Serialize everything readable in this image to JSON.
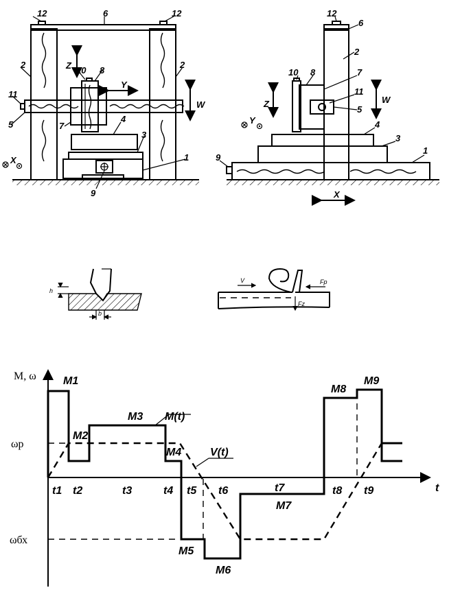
{
  "front_view": {
    "part_labels": [
      "12",
      "6",
      "12",
      "2",
      "2",
      "10",
      "8",
      "Z",
      "Y",
      "W",
      "11",
      "5",
      "7",
      "4",
      "3",
      "1",
      "9"
    ],
    "axis_label": "X"
  },
  "side_view": {
    "part_labels": [
      "12",
      "6",
      "2",
      "10",
      "8",
      "7",
      "Z",
      "11",
      "5",
      "W",
      "4",
      "3",
      "1",
      "9"
    ],
    "axis_y": "Y",
    "axis_x": "X"
  },
  "cutting_tool_sketch": {
    "labels": [
      "h",
      "b"
    ]
  },
  "chip_formation_sketch": {
    "labels": [
      "V",
      "Fp",
      "Fz"
    ]
  },
  "chart_data": {
    "type": "line",
    "ylabel": "M, ω",
    "xlabel": "t",
    "y_ticks": [
      "ωp",
      "ωбх"
    ],
    "intervals": [
      "t1",
      "t2",
      "t3",
      "t4",
      "t5",
      "t6",
      "t7",
      "t8",
      "t9"
    ],
    "moment_levels": [
      "M1",
      "M2",
      "M3",
      "M4",
      "M5",
      "M6",
      "M7",
      "M8",
      "M9"
    ],
    "series": [
      {
        "name": "M(t)",
        "style": "solid"
      },
      {
        "name": "V(t)",
        "style": "dashed"
      }
    ]
  }
}
